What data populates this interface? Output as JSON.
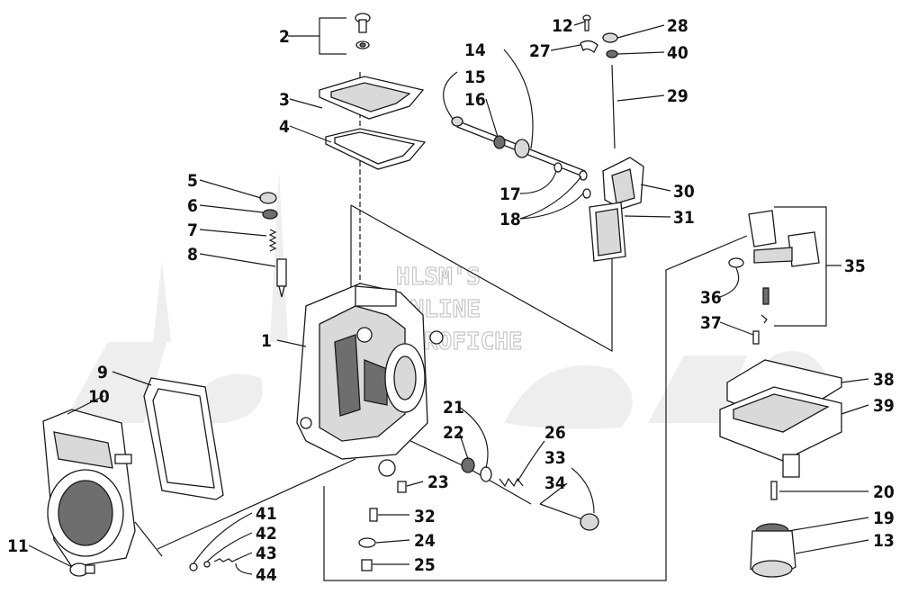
{
  "watermark": {
    "lines": [
      "HLSM'S",
      "ONLINE",
      "MICROFICHE"
    ]
  },
  "callouts": [
    "1",
    "2",
    "3",
    "4",
    "5",
    "6",
    "7",
    "8",
    "9",
    "10",
    "11",
    "12",
    "13",
    "14",
    "15",
    "16",
    "17",
    "18",
    "19",
    "20",
    "21",
    "22",
    "23",
    "24",
    "25",
    "26",
    "27",
    "28",
    "29",
    "30",
    "31",
    "32",
    "33",
    "34",
    "35",
    "36",
    "37",
    "38",
    "39",
    "40",
    "41",
    "42",
    "43",
    "44"
  ],
  "colors": {
    "ink": "#1a1a1a",
    "watermark": "#c9c9c9",
    "shade": "#6e6e6e"
  }
}
